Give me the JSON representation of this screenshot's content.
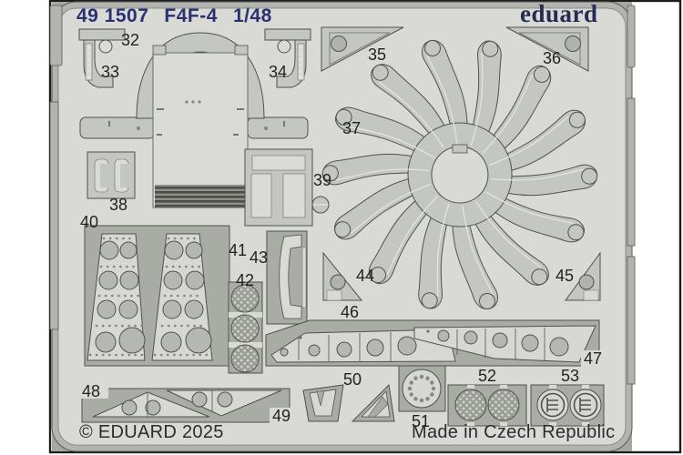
{
  "header": {
    "catalog_number": "49 1507",
    "product_name": "F4F-4",
    "scale": "1/48"
  },
  "brand": {
    "logo_text": "eduard"
  },
  "footer": {
    "copyright": "© EDUARD 2025",
    "made_in": "Made in Czech Republic"
  },
  "sheet": {
    "description": "photo-etched parts fret",
    "part_labels": [
      "32",
      "33",
      "34",
      "35",
      "36",
      "37",
      "38",
      "39",
      "40",
      "41",
      "42",
      "43",
      "44",
      "45",
      "46",
      "47",
      "48",
      "49",
      "50",
      "51",
      "52",
      "53"
    ]
  },
  "colors": {
    "sheet_light": "#d9dad6",
    "part_gray": "#c4c6c1",
    "backing_gray": "#a9aba5",
    "frame_band": "#b2b4af",
    "outline": "#50504c",
    "header_blue": "#2b3170",
    "logo_navy": "#262c52",
    "footer_text": "#2b2b30",
    "scan_border": "#1c1c1c"
  }
}
